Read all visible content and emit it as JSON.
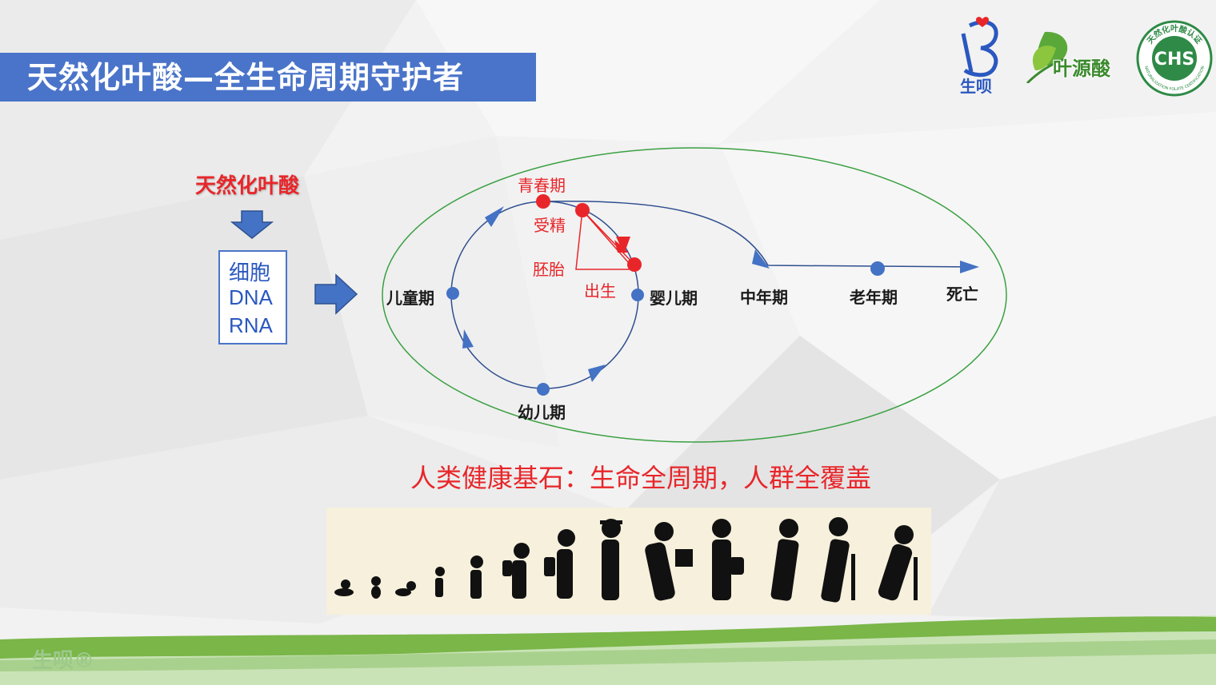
{
  "title": "天然化叶酸—全生命周期守护者",
  "logos": {
    "brand_text": "生呗",
    "folate_text": "叶源酸",
    "cert_center": "CHS",
    "cert_ring_top": "天然化叶酸认证",
    "cert_ring_bottom": "NATURALIZATION FOLATE CERTIFICATION"
  },
  "source": {
    "title": "天然化叶酸",
    "box_lines": [
      "细胞",
      "DNA",
      "RNA"
    ]
  },
  "cycle": {
    "stages": {
      "adolescence": "青春期",
      "infancy": "婴儿期",
      "toddler": "幼儿期",
      "childhood": "儿童期",
      "middle_age": "中年期",
      "old_age": "老年期",
      "death": "死亡"
    },
    "events": {
      "fertilization": "受精",
      "embryo": "胚胎",
      "birth": "出生"
    }
  },
  "slogan": "人类健康基石：生命全周期，人群全覆盖",
  "footer": {
    "brand": "生呗®"
  },
  "colors": {
    "title_bar": "#4a74c9",
    "accent_red": "#e8262a",
    "node_blue": "#4472c4",
    "ellipse_green": "#3aa041",
    "footer_green": "#7ab648"
  }
}
